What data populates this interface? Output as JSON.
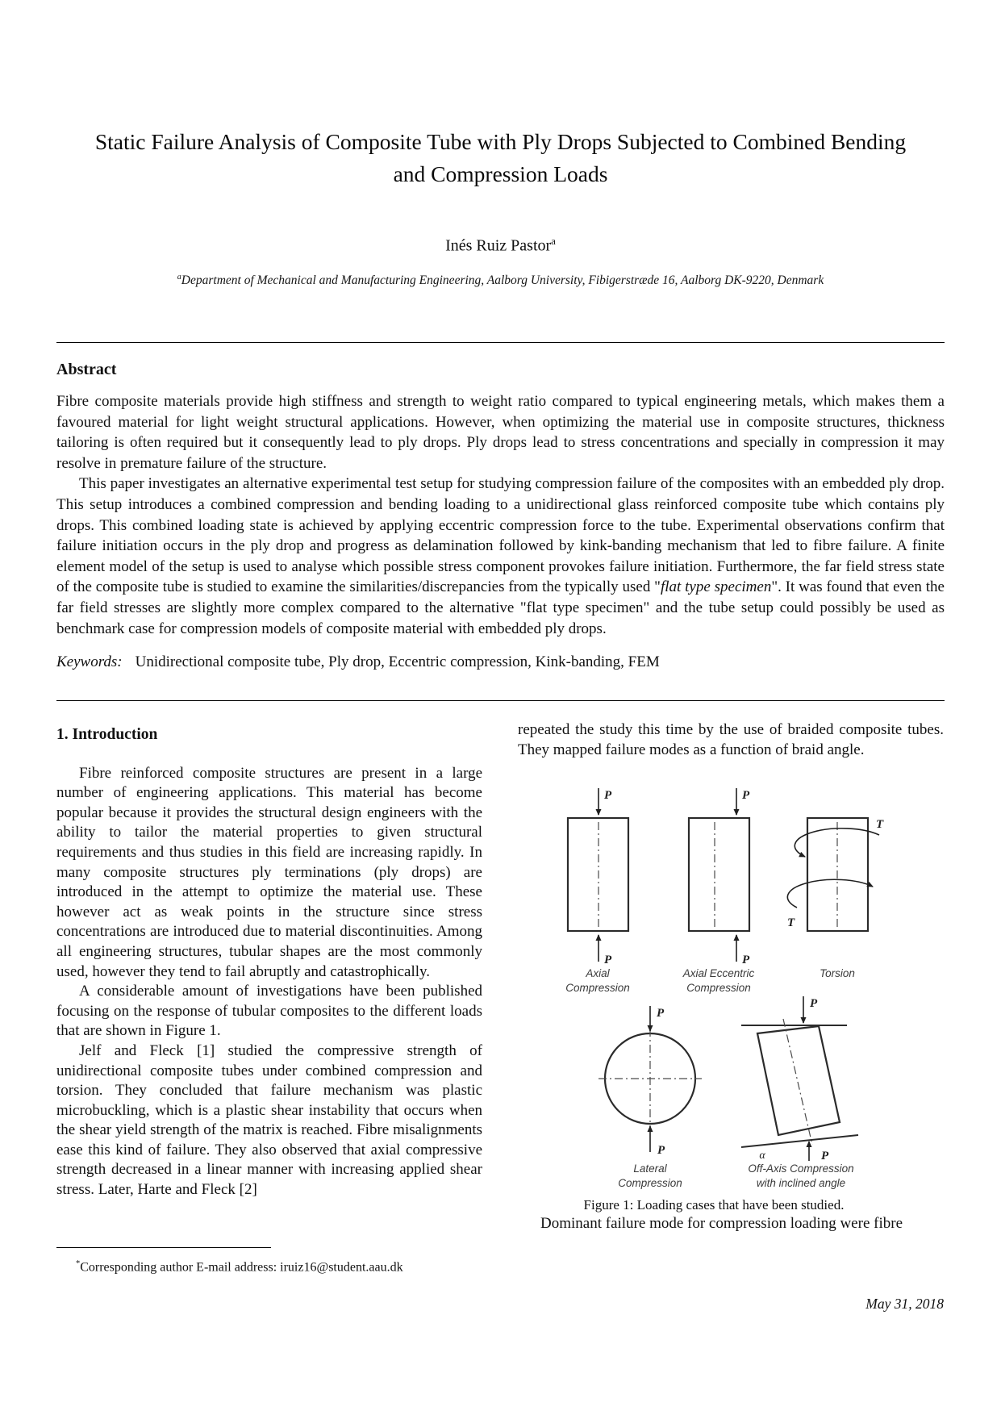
{
  "paper": {
    "title": "Static Failure Analysis of Composite Tube with Ply Drops Subjected to Combined Bending and Compression Loads",
    "author": {
      "name": "Inés Ruiz Pastor",
      "superscript": "a"
    },
    "affiliation": {
      "superscript": "a",
      "text": "Department of Mechanical and Manufacturing Engineering, Aalborg University, Fibigerstræde 16, Aalborg DK-9220, Denmark"
    },
    "date": "May 31, 2018"
  },
  "abstract": {
    "heading": "Abstract",
    "paragraph1": "Fibre composite materials provide high stiffness and strength to weight ratio compared to typical engineering metals, which makes them a favoured material for light weight structural applications. However, when optimizing the material use in composite structures, thickness tailoring is often required but it consequently lead to ply drops. Ply drops lead to stress concentrations and specially in compression it may resolve in premature failure of the structure.",
    "paragraph2_before_italic": "This paper investigates an alternative experimental test setup for studying compression failure of the composites with an embedded ply drop. This setup introduces a combined compression and bending loading to a unidirectional glass reinforced composite tube which contains ply drops. This combined loading state is achieved by applying eccentric compression force to the tube. Experimental observations confirm that failure initiation occurs in the ply drop and progress as delamination followed by kink-banding mechanism that led to fibre failure. A finite element model of the setup is used to analyse which possible stress component provokes failure initiation. Furthermore, the far field stress state of the composite tube is studied to examine the similarities/discrepancies from the typically used \"",
    "paragraph2_italic": "flat type specimen",
    "paragraph2_after_italic": "\". It was found that even the far field stresses are slightly more complex compared to the alternative \"flat type specimen\" and the tube setup could possibly be used as benchmark case for compression models of composite material with embedded ply drops.",
    "keywords_label": "Keywords:",
    "keywords": "Unidirectional composite tube, Ply drop, Eccentric compression, Kink-banding, FEM"
  },
  "introduction": {
    "heading": "1. Introduction",
    "paragraph1": "Fibre reinforced composite structures are present in a large number of engineering applications. This material has become popular because it provides the structural design engineers with the ability to tailor the material properties to given structural requirements and thus studies in this field are increasing rapidly. In many composite structures ply terminations (ply drops) are introduced in the attempt to optimize the material use. These however act as weak points in the structure since stress concentrations are introduced due to material discontinuities. Among all engineering structures, tubular shapes are the most commonly used, however they tend to fail abruptly and catastrophically.",
    "paragraph2": "A considerable amount of investigations have been published focusing on the response of tubular composites to the different loads that are shown in Figure 1.",
    "paragraph3": "Jelf and Fleck [1] studied the compressive strength of unidirectional composite tubes under combined compression and torsion. They concluded that failure mechanism was plastic microbuckling, which is a plastic shear instability that occurs when the shear yield strength of the matrix is reached. Fibre misalignments ease this kind of failure. They also observed that axial compressive strength decreased in a linear manner with increasing applied shear stress. Later, Harte and Fleck [2]"
  },
  "right_column": {
    "paragraph1": "repeated the study this time by the use of braided composite tubes. They mapped failure modes as a function of braid angle.",
    "figure_caption": "Figure 1: Loading cases that have been studied.",
    "paragraph2": "Dominant failure mode for compression loading were fibre"
  },
  "figure1": {
    "load_label_p": "P",
    "load_label_t": "T",
    "angle_label": "α",
    "diagrams": [
      {
        "label_line1": "Axial",
        "label_line2": "Compression"
      },
      {
        "label_line1": "Axial Eccentric",
        "label_line2": "Compression"
      },
      {
        "label_line1": "Torsion"
      },
      {
        "label_line1": "Lateral",
        "label_line2": "Compression"
      },
      {
        "label_line1": "Off-Axis Compression",
        "label_line2": "with inclined angle"
      }
    ]
  },
  "footnote": {
    "marker": "*",
    "text": "Corresponding author E-mail address: iruiz16@student.aau.dk"
  }
}
